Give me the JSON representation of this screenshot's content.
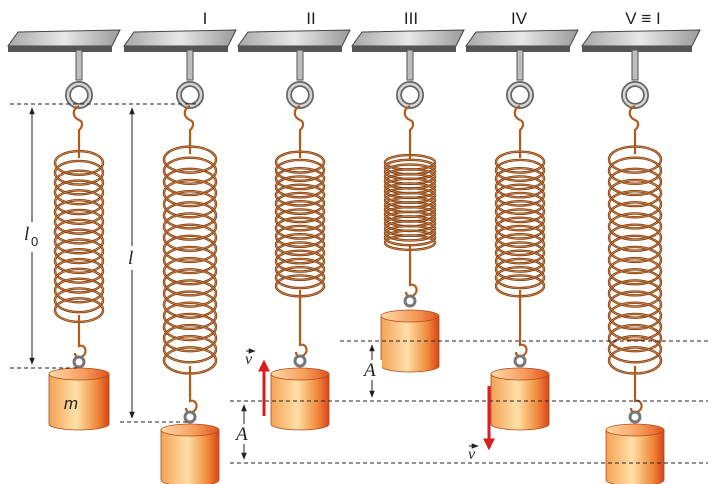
{
  "stages": [
    "I",
    "II",
    "III",
    "IV",
    "V ≡ I"
  ],
  "labels": {
    "l0": "l",
    "l0_sub": "0",
    "l": "l",
    "amplitude": "A",
    "mass": "m",
    "velocity": "v"
  },
  "colors": {
    "spring": "#b25a1c",
    "spring_dark": "#7a3a10",
    "plate_top": "#d9d9d9",
    "plate_side": "#555555",
    "mass_light": "#ffd69a",
    "mass_dark": "#e0541a",
    "arrow": "#d81e1e",
    "ring": "#9a9a9a"
  }
}
